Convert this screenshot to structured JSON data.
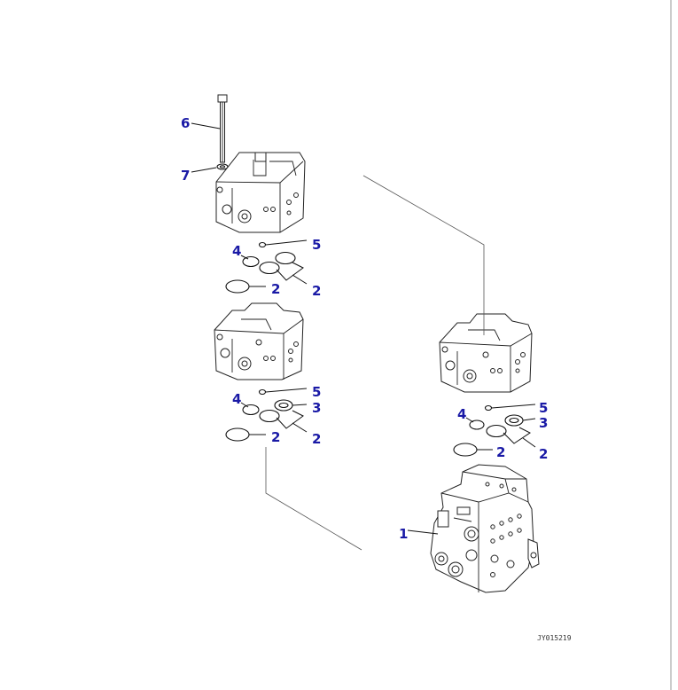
{
  "drawing_code": "JY015219",
  "colors": {
    "callout": "#1a1aa6",
    "line": "#222222",
    "background": "#ffffff"
  },
  "callouts": {
    "part6": "6",
    "part7": "7",
    "top_seal5": "5",
    "top_seal4": "4",
    "top_seal2a": "2",
    "top_seal2b": "2",
    "mid_seal5": "5",
    "mid_seal4": "4",
    "mid_seal3": "3",
    "mid_seal2a": "2",
    "mid_seal2b": "2",
    "right_seal5": "5",
    "right_seal4": "4",
    "right_seal3": "3",
    "right_seal2a": "2",
    "right_seal2b": "2",
    "part1": "1"
  }
}
